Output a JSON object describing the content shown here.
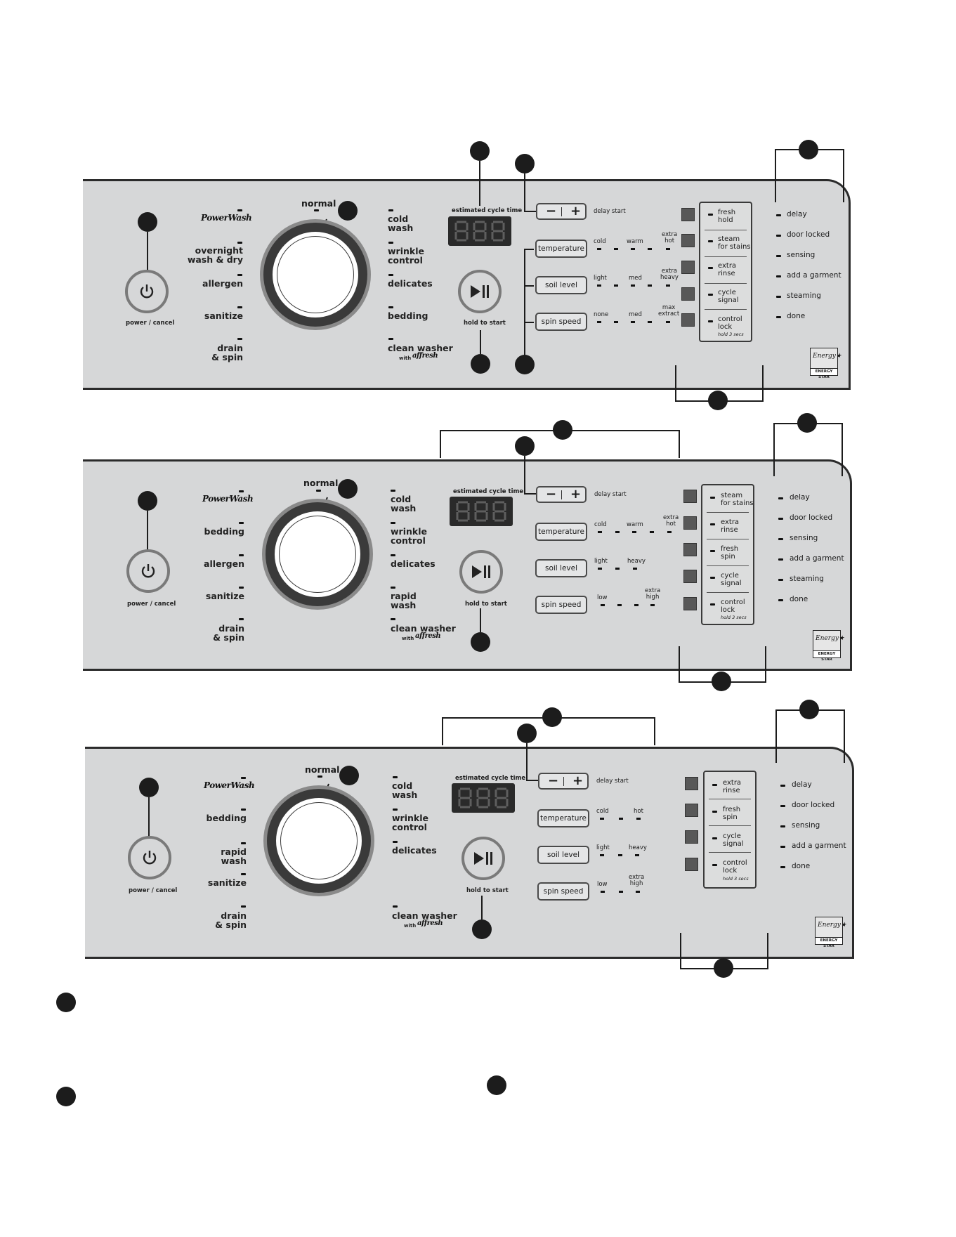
{
  "panels": [
    {
      "power_label": "power / cancel",
      "brand": "PowerWash",
      "left_cycles": [
        "overnight\nwash & dry",
        "allergen",
        "sanitize",
        "drain\n& spin"
      ],
      "dial_top": "normal",
      "right_cycles": [
        "cold\nwash",
        "wrinkle\ncontrol",
        "delicates",
        "bedding",
        "clean washer"
      ],
      "clean_with": "with",
      "affresh": "affresh",
      "lcd_title": "estimated cycle time",
      "start_label": "hold to start",
      "delay_start": "delay start",
      "minus": "−",
      "plus": "+",
      "temp_label": "temperature",
      "temp_levels": [
        "cold",
        "warm",
        "extra\nhot"
      ],
      "soil_label": "soil level",
      "soil_levels": [
        "light",
        "med",
        "extra\nheavy"
      ],
      "spin_label": "spin speed",
      "spin_levels": [
        "none",
        "med",
        "max\nextract"
      ],
      "options": [
        "fresh\nhold",
        "steam\nfor stains",
        "extra\nrinse",
        "cycle\nsignal",
        "control\nlock"
      ],
      "hold_note": "hold 3 secs",
      "status": [
        "delay",
        "door locked",
        "sensing",
        "add a garment",
        "steaming",
        "done"
      ],
      "energy_star": "ENERGY STAR"
    },
    {
      "power_label": "power / cancel",
      "brand": "PowerWash",
      "left_cycles": [
        "bedding",
        "allergen",
        "sanitize",
        "drain\n& spin"
      ],
      "dial_top": "normal",
      "right_cycles": [
        "cold\nwash",
        "wrinkle\ncontrol",
        "delicates",
        "rapid\nwash",
        "clean washer"
      ],
      "clean_with": "with",
      "affresh": "affresh",
      "lcd_title": "estimated cycle time",
      "start_label": "hold to start",
      "delay_start": "delay start",
      "minus": "−",
      "plus": "+",
      "temp_label": "temperature",
      "temp_levels": [
        "cold",
        "warm",
        "extra\nhot"
      ],
      "soil_label": "soil level",
      "soil_levels": [
        "light",
        "heavy"
      ],
      "spin_label": "spin speed",
      "spin_levels": [
        "low",
        "extra\nhigh"
      ],
      "options": [
        "steam\nfor stains",
        "extra\nrinse",
        "fresh\nspin",
        "cycle\nsignal",
        "control\nlock"
      ],
      "hold_note": "hold 3 secs",
      "status": [
        "delay",
        "door locked",
        "sensing",
        "add a garment",
        "steaming",
        "done"
      ],
      "energy_star": "ENERGY STAR"
    },
    {
      "power_label": "power / cancel",
      "brand": "PowerWash",
      "left_cycles": [
        "bedding",
        "rapid\nwash",
        "sanitize",
        "drain\n& spin"
      ],
      "dial_top": "normal",
      "right_cycles": [
        "cold\nwash",
        "wrinkle\ncontrol",
        "delicates",
        "clean washer"
      ],
      "clean_with": "with",
      "affresh": "affresh",
      "lcd_title": "estimated cycle time",
      "start_label": "hold to start",
      "delay_start": "delay start",
      "minus": "−",
      "plus": "+",
      "temp_label": "temperature",
      "temp_levels": [
        "cold",
        "hot"
      ],
      "soil_label": "soil level",
      "soil_levels": [
        "light",
        "heavy"
      ],
      "spin_label": "spin speed",
      "spin_levels": [
        "low",
        "extra\nhigh"
      ],
      "options": [
        "extra\nrinse",
        "fresh\nspin",
        "cycle\nsignal",
        "control\nlock"
      ],
      "hold_note": "hold 3 secs",
      "status": [
        "delay",
        "door locked",
        "sensing",
        "add a garment",
        "done"
      ],
      "energy_star": "ENERGY STAR"
    }
  ]
}
